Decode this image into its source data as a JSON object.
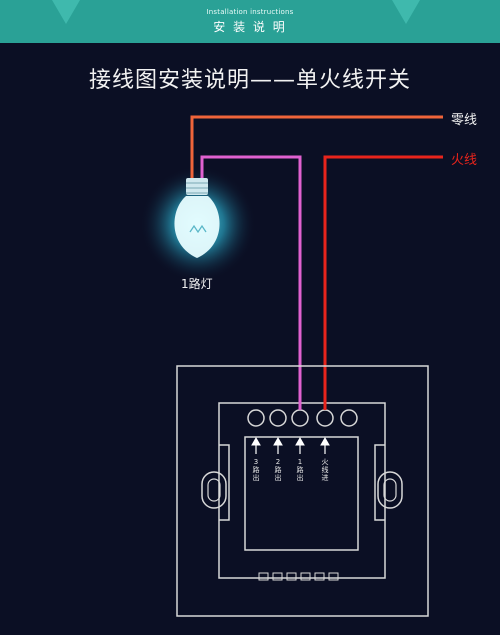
{
  "header": {
    "subtitle_en": "Installation instructions",
    "subtitle_zh": "安 装 说 明"
  },
  "title": "接线图安装说明——单火线开关",
  "labels": {
    "neutral": "零线",
    "live": "火线",
    "bulb": "1路灯"
  },
  "terminals": [
    "3路出",
    "2路出",
    "1路出",
    "火线进"
  ],
  "colors": {
    "background": "#0b0f24",
    "header": "#2aa196",
    "neutral_wire": "#f0643a",
    "live_wire": "#e8241c",
    "load_wire": "#e061d0",
    "panel_outline": "#d8d8d8"
  }
}
